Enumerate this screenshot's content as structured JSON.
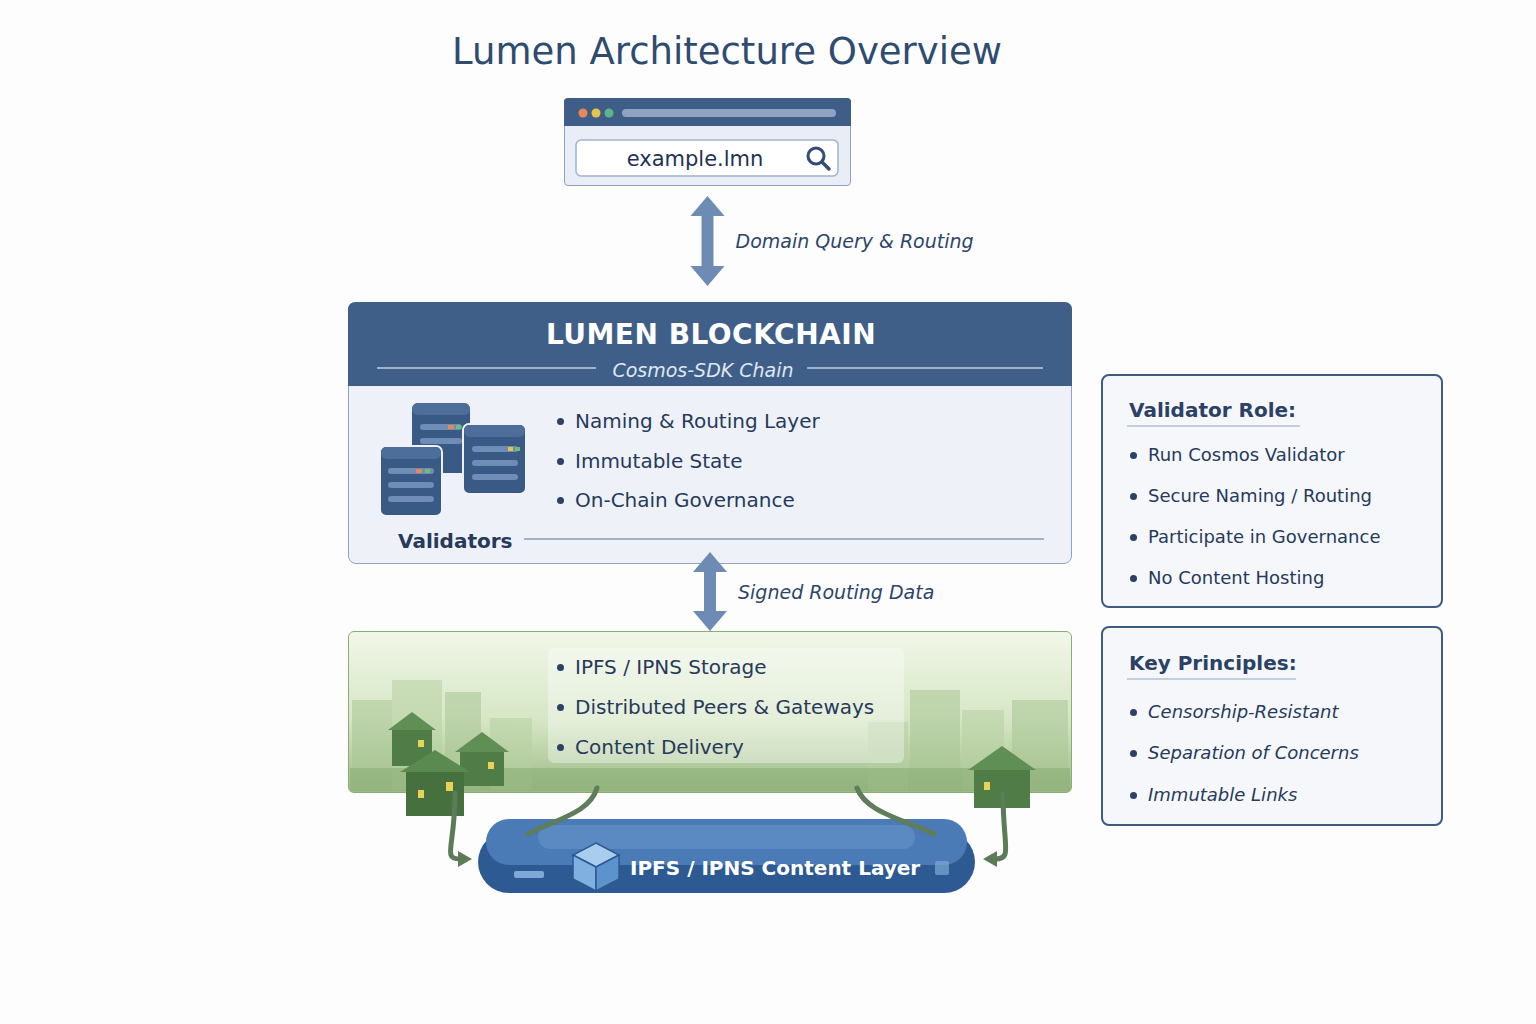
{
  "diagram": {
    "title": "Lumen Architecture Overview",
    "nodes": [
      {
        "text": [
          "example.lmn"
        ]
      },
      {
        "text": [
          "LUMEN BLOCKCHAIN",
          "Cosmos-SDK Chain",
          "Naming & Routing Layer",
          "Immutable State",
          "On-Chain Governance",
          "Validators"
        ]
      },
      {
        "text": [
          "IPFS / IPNS Storage",
          "Distributed Peers & Gateways",
          "Content Delivery"
        ]
      },
      {
        "text": [
          "IPFS / IPNS Content Layer"
        ]
      },
      {
        "text": [
          "Validator Role:",
          "Run Cosmos Validator",
          "Secure Naming / Routing",
          "Participate in Governance",
          "No Content Hosting"
        ]
      },
      {
        "text": [
          "Key Principles:",
          "Censorship-Resistant",
          "Separation of Concerns",
          "Immutable Links"
        ]
      }
    ],
    "edges": [
      {
        "from": 0,
        "to": 1,
        "label": "Domain Query & Routing",
        "arrow": "both"
      },
      {
        "from": 1,
        "to": 2,
        "label": "Signed Routing Data",
        "arrow": "both"
      },
      {
        "from": 2,
        "to": 3,
        "arrow": "to"
      },
      {
        "from": 2,
        "to": 3,
        "arrow": "to"
      }
    ]
  }
}
